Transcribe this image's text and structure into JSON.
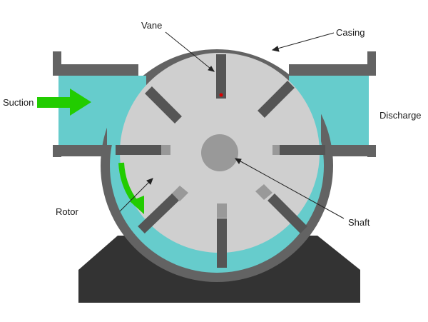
{
  "labels": {
    "vane": "Vane",
    "casing": "Casing",
    "suction": "Suction",
    "discharge": "Discharge",
    "rotor": "Rotor",
    "shaft": "Shaft"
  },
  "colors": {
    "casing": "#636363",
    "rotor": "#cfcfcf",
    "fluid": "#66cccc",
    "base": "#333333",
    "arrow": "#22cc00",
    "vane": "#555555",
    "vane_tip": "#999999",
    "marker": "#dd0000"
  }
}
